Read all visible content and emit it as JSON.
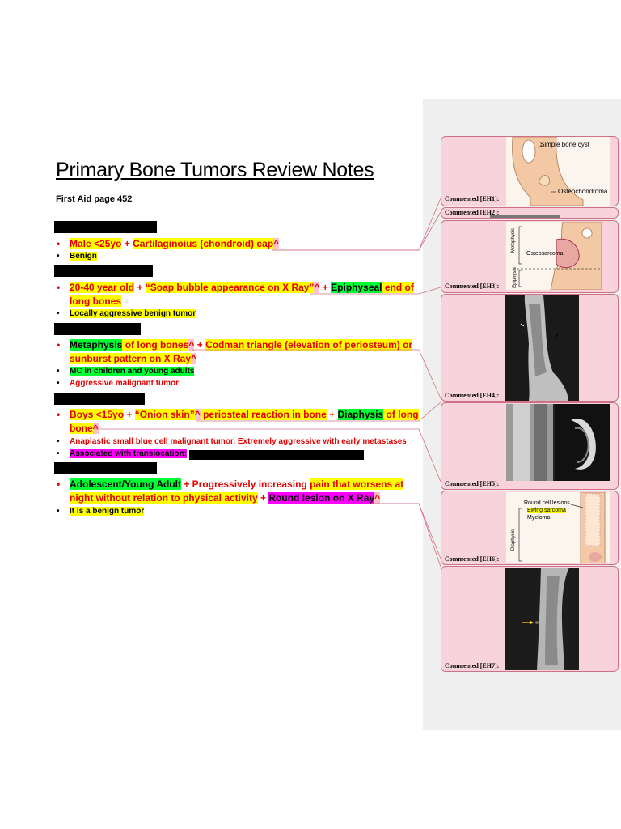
{
  "document": {
    "title": "Primary Bone Tumors Review Notes",
    "subtitle": "First Aid page 452"
  },
  "sections": {
    "s1": {
      "line1": {
        "a": "Male <25yo",
        "b": " + ",
        "c": "Cartilaginoius (chondroid) cap",
        "d": "^"
      },
      "sub1": "Benign"
    },
    "s2": {
      "line1": {
        "a": "20-40 year old",
        "b": " + ",
        "c": "“Soap bubble appearance on X Ray”",
        "d": "^",
        "e": " + ",
        "f": "Epiphyseal",
        "g": " end of"
      },
      "line2": "long bones",
      "sub1": "Locally aggressive benign tumor"
    },
    "s3": {
      "line1": {
        "a": "Metaphysis",
        "b": " of long bones",
        "c": "^",
        "d": " + ",
        "e": "Codman triangle (elevation of periosteum) or"
      },
      "line2": {
        "a": "sunburst pattern on X Ray",
        "b": "^"
      },
      "sub1": "MC in children and young adults",
      "sub2": "Aggressive malignant tumor"
    },
    "s4": {
      "line1": {
        "a": "Boys <15yo",
        "b": " + ",
        "c": "“Onion skin”",
        "d": "^",
        "e": " periosteal reaction in bone",
        "f": " + ",
        "g": "Diaphysis",
        "h": " of long"
      },
      "line2": {
        "a": "bone",
        "b": "^"
      },
      "sub1": "Anaplastic small blue cell malignant tumor. Extremely aggressive with early metastases",
      "sub2": "Associated with translocation:"
    },
    "s5": {
      "line1": {
        "a": "Adolescent/Young Adult",
        "b": " + Progressively increasing ",
        "c": "pain that worsens at"
      },
      "line2": {
        "a": "night without relation to physical activity",
        "b": " + ",
        "c": "Round lesion on X Ray",
        "d": "^"
      },
      "sub1": "It is a benign tumor"
    }
  },
  "bullets": {
    "round": "•"
  },
  "comments": [
    {
      "label": "Commented [EH1]:",
      "image_text_1": "Simple bone cyst",
      "image_text_2": "Osteochondroma"
    },
    {
      "label": "Commented [EH2]:"
    },
    {
      "label": "Commented [EH3]:",
      "image_text_1": "Osteosarcoma",
      "image_text_2": "Metaphysis",
      "image_text_3": "Epiphysis"
    },
    {
      "label": "Commented [EH4]:"
    },
    {
      "label": "Commented [EH5]:"
    },
    {
      "label": "Commented [EH6]:",
      "image_text_1": "Round cell lesions",
      "image_text_2": "Ewing sarcoma",
      "image_text_3": "Myeloma",
      "image_text_4": "Diaphysis"
    },
    {
      "label": "Commented [EH7]:"
    }
  ],
  "colors": {
    "comment_bg": "#f8d3dc",
    "comment_border": "#d07087",
    "text_red": "#e60000",
    "highlight_yellow": "#ffff00",
    "highlight_green": "#00ff33",
    "highlight_magenta": "#ff00ff"
  }
}
